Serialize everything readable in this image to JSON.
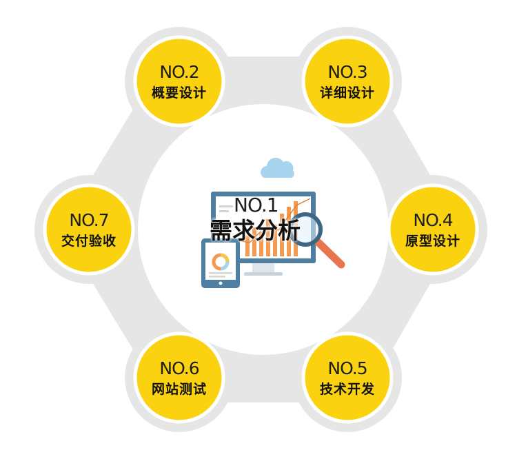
{
  "center": {
    "number": "NO.1",
    "label": "需求分析"
  },
  "nodes": [
    {
      "number": "NO.2",
      "label": "概要设计"
    },
    {
      "number": "NO.3",
      "label": "详细设计"
    },
    {
      "number": "NO.4",
      "label": "原型设计"
    },
    {
      "number": "NO.5",
      "label": "技术开发"
    },
    {
      "number": "NO.6",
      "label": "网站测试"
    },
    {
      "number": "NO.7",
      "label": "交付验收"
    }
  ],
  "colors": {
    "node_fill": "#fad20f",
    "node_ring": "#ffffff",
    "connector": "#e6e6e6",
    "icon_blue": "#4f7ea1",
    "icon_light_blue": "#a8d4ef",
    "icon_orange": "#f29a52",
    "magnifier_handle": "#e9754f"
  },
  "icons": [
    "cloud-icon",
    "monitor-icon",
    "tablet-icon",
    "magnifier-icon",
    "bar-chart-icon",
    "donut-chart-icon"
  ]
}
